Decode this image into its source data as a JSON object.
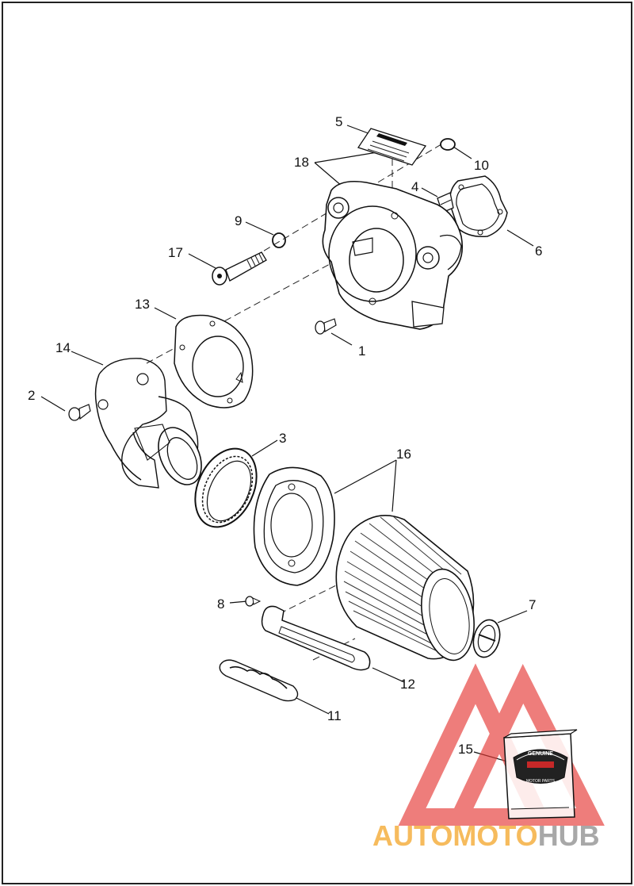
{
  "callouts": {
    "c1": "1",
    "c2": "2",
    "c3": "3",
    "c4": "4",
    "c5": "5",
    "c6": "6",
    "c7": "7",
    "c8": "8",
    "c9": "9",
    "c10": "10",
    "c11": "11",
    "c12": "12",
    "c13": "13",
    "c14": "14",
    "c15": "15",
    "c16": "16",
    "c17": "17",
    "c18": "18"
  },
  "badge": {
    "top_text": "GENUINE",
    "bottom_text": "MOTOR PARTS"
  },
  "watermark": {
    "part1": "AUTO",
    "part2": "MOTO",
    "part3": "HUB",
    "color_orange": "#f5b041",
    "color_gray": "#9a9a9a",
    "color_red": "#e53935"
  }
}
